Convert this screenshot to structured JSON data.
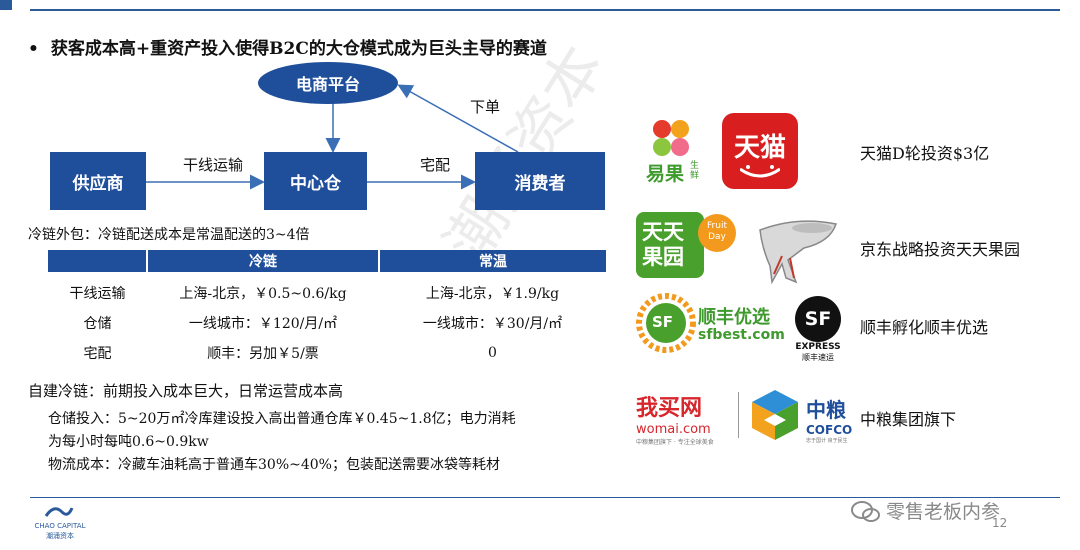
{
  "headline": {
    "bullet": "•",
    "text": "获客成本高+重资产投入使得B2C的大仓模式成为巨头主导的赛道"
  },
  "flow": {
    "platform": "电商平台",
    "supplier": "供应商",
    "center": "中心仓",
    "consumer": "消费者",
    "trunk": "干线运输",
    "delivery": "宅配",
    "order": "下单"
  },
  "outsource_note": "冷链外包：冷链配送成本是常温配送的3~4倍",
  "table": {
    "headers": [
      "",
      "冷链",
      "常温"
    ],
    "rows": [
      [
        "干线运输",
        "上海-北京，￥0.5~0.6/kg",
        "上海-北京，￥1.9/kg"
      ],
      [
        "仓储",
        "一线城市：￥120/月/㎡",
        "一线城市：￥30/月/㎡"
      ],
      [
        "宅配",
        "顺丰：另加￥5/票",
        "0"
      ]
    ]
  },
  "self_build": {
    "title": "自建冷链：前期投入成本巨大，日常运营成本高",
    "line1": "仓储投入：5~20万㎡冷库建设投入高出普通仓库￥0.45~1.8亿；电力消耗",
    "line2": "为每小时每吨0.6~0.9kw",
    "line3": "物流成本：冷藏车油耗高于普通车30%~40%；包装配送需要冰袋等耗材"
  },
  "logos": {
    "yiguo": {
      "main": "易果",
      "sub": "生鲜"
    },
    "tmall": "天猫",
    "tiantian": {
      "line1": "天天",
      "line2": "果园",
      "badge1": "Fruit",
      "badge2": "Day"
    },
    "sfbest": {
      "cn": "顺丰优选",
      "en": "sfbest.com",
      "mark": "SF"
    },
    "sfexpress": {
      "mark": "SF",
      "en": "EXPRESS",
      "cn": "顺丰速运"
    },
    "womai": {
      "cn": "我买网",
      "en": "womai.com",
      "tag": "中粮集团旗下 · 专注全球美食"
    },
    "cofco": {
      "cn": "中粮",
      "en": "COFCO",
      "tag": "忠于国计 良于民生"
    }
  },
  "right_labels": {
    "tmall": "天猫D轮投资$3亿",
    "jd": "京东战略投资天天果园",
    "sf": "顺丰孵化顺丰优选",
    "cofco": "中粮集团旗下"
  },
  "footer": {
    "brand_en": "CHAO CAPITAL",
    "brand_cn": "潮涌资本",
    "page": "12",
    "watermark": "零售老板内参",
    "diag_watermark": "潮涌资本"
  },
  "colors": {
    "primary": "#1f4e9a",
    "tmall_red": "#d81e1e",
    "green": "#4aa02c",
    "orange": "#f39a1e",
    "womai_red": "#d7262c"
  }
}
